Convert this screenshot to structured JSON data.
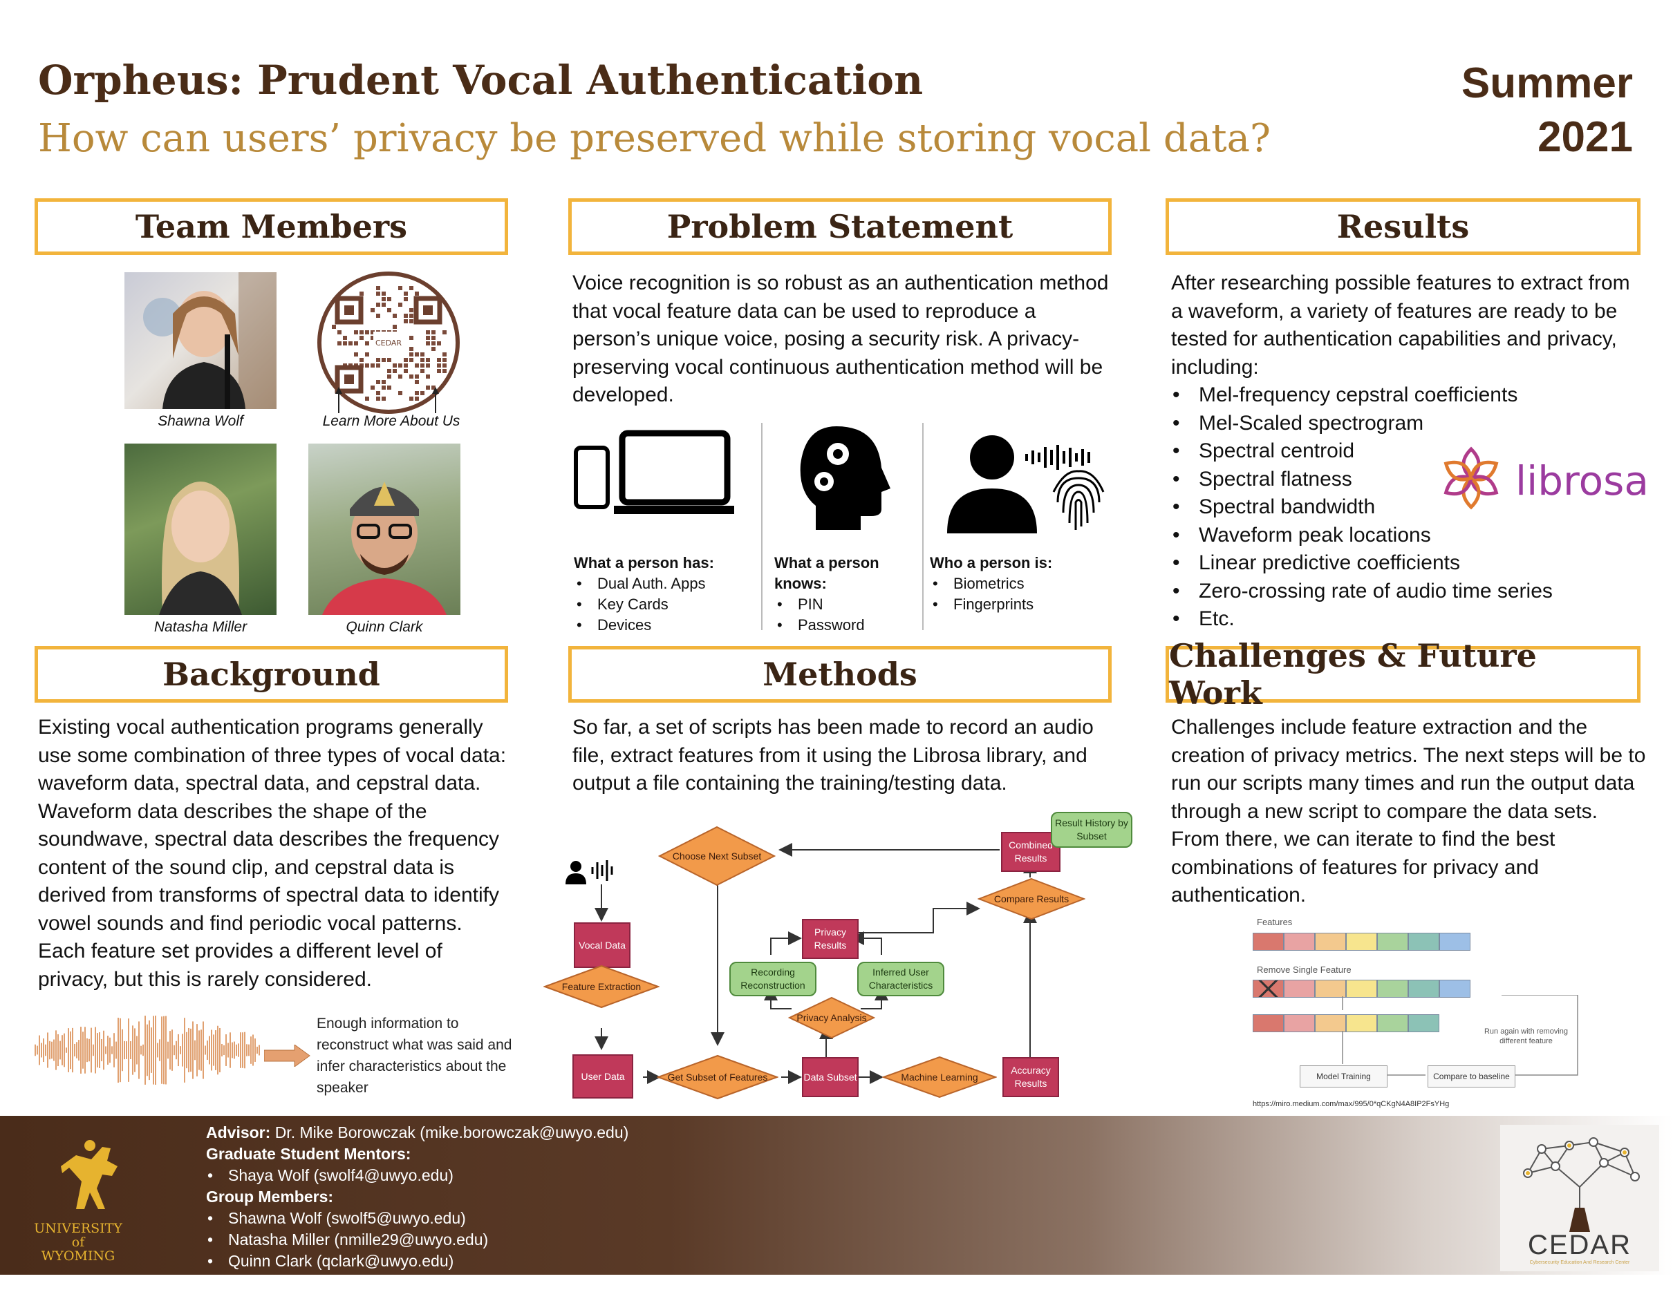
{
  "header": {
    "title": "Orpheus: Prudent Vocal Authentication",
    "subtitle": "How can users’ privacy be preserved while storing vocal data?",
    "season": "Summer",
    "year": "2021"
  },
  "team": {
    "heading": "Team Members",
    "members": [
      {
        "name": "Shawna Wolf"
      },
      {
        "name": "Natasha Miller"
      },
      {
        "name": "Quinn Clark"
      }
    ],
    "qr_caption": "Learn More About Us",
    "qr_logo_text": "CEDAR"
  },
  "background": {
    "heading": "Background",
    "text": "Existing vocal authentication programs generally use some combination of three types of vocal data: waveform data, spectral data, and cepstral data. Waveform data describes the shape of the soundwave, spectral data describes the frequency content of the sound clip, and cepstral data is derived from transforms of spectral data to identify vowel sounds and find periodic vocal patterns. Each feature set provides a different level of privacy, but this is rarely considered.",
    "wave_note": "Enough information to reconstruct what was said and infer characteristics about the speaker"
  },
  "problem": {
    "heading": "Problem Statement",
    "text": "Voice recognition is so robust as an authentication method that vocal feature data can be used to reproduce a person’s unique voice, posing a security risk. A privacy-preserving vocal continuous authentication method will be developed.",
    "columns": [
      {
        "title": "What a person has:",
        "items": [
          "Dual Auth. Apps",
          "Key Cards",
          "Devices"
        ]
      },
      {
        "title": "What a person knows:",
        "items": [
          "PIN",
          "Password"
        ]
      },
      {
        "title": "Who a person is:",
        "items": [
          "Biometrics",
          "Fingerprints"
        ]
      }
    ]
  },
  "methods": {
    "heading": "Methods",
    "text": "So far, a set of scripts has been made to record an audio file, extract features from it using the Librosa library, and output a file containing the training/testing data.",
    "flow": {
      "choose_next_subset": "Choose Next Subset",
      "combined_results": "Combined Results",
      "result_history": "Result History by Subset",
      "compare_results": "Compare Results",
      "vocal_data": "Vocal Data",
      "privacy_results": "Privacy Results",
      "recording_reconstruction": "Recording Reconstruction",
      "inferred_user": "Inferred User Characteristics",
      "privacy_analysis": "Privacy Analysis",
      "feature_extraction": "Feature Extraction",
      "user_data": "User Data",
      "get_subset": "Get Subset of Features",
      "data_subset": "Data Subset",
      "machine_learning": "Machine Learning",
      "accuracy_results": "Accuracy Results"
    }
  },
  "results": {
    "heading": "Results",
    "intro": "After researching possible features to extract from a waveform, a variety of features are ready to be tested for authentication capabilities and privacy, including:",
    "features": [
      "Mel-frequency cepstral coefficients",
      "Mel-Scaled spectrogram",
      "Spectral centroid",
      "Spectral flatness",
      "Spectral bandwidth",
      "Waveform peak locations",
      "Linear predictive coefficients",
      "Zero-crossing rate of audio time series",
      "Etc."
    ],
    "librosa_label": "librosa"
  },
  "challenges": {
    "heading": "Challenges & Future Work",
    "text": "Challenges include feature extraction and the creation of privacy metrics. The next steps will be to run our scripts many times and run the output data through a new script to compare the data sets. From there, we can iterate to find the best combinations of features for privacy and authentication.",
    "diagram": {
      "features_label": "Features",
      "remove_label": "Remove Single Feature",
      "run_again": "Run again with removing different feature",
      "model_training": "Model Training",
      "compare_baseline": "Compare to baseline",
      "source_url": "https://miro.medium.com/max/995/0*qCKgN4A8IP2FsYHg",
      "colors": [
        "#d9786e",
        "#e8a3a3",
        "#f3c98e",
        "#f7e58e",
        "#a9d39c",
        "#8cc2b6",
        "#9dbfe6"
      ]
    }
  },
  "footer": {
    "advisor_label": "Advisor:",
    "advisor": "Dr. Mike Borowczak (mike.borowczak@uwyo.edu)",
    "mentors_label": "Graduate Student Mentors:",
    "mentors": [
      "Shaya Wolf (swolf4@uwyo.edu)"
    ],
    "group_label": "Group Members:",
    "group": [
      "Shawna Wolf (swolf5@uwyo.edu)",
      "Natasha Miller (nmille29@uwyo.edu)",
      "Quinn Clark (qclark@uwyo.edu)"
    ],
    "uw_logo_line1": "UNIVERSITY",
    "uw_logo_line2": "of WYOMING",
    "cedar_logo": "CEDAR",
    "cedar_tagline": "Cybersecurity Education And Research Center"
  }
}
